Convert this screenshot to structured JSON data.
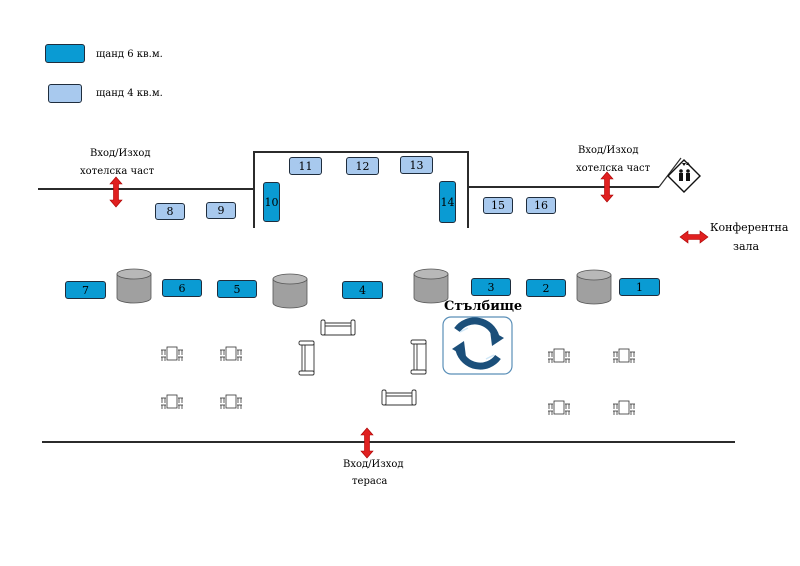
{
  "legend": {
    "stand6": "щанд 6 кв.м.",
    "stand4": "щанд 4 кв.м."
  },
  "colors": {
    "stand6": "#0a9bd3",
    "stand4": "#a8c9ee",
    "pillar": "#a0a0a0",
    "arrow": "#e02020"
  },
  "entrances": {
    "hotel_left": {
      "line1": "Вход/Изход",
      "line2": "хотелска част"
    },
    "hotel_right": {
      "line1": "Вход/Изход",
      "line2": "хотелска част"
    },
    "terrace": {
      "line1": "Вход/Изход",
      "line2": "тераса"
    },
    "conference": {
      "line1": "Конферентна",
      "line2": "зала"
    }
  },
  "stairs": {
    "label": "Стълбище"
  },
  "stands": {
    "s1": "1",
    "s2": "2",
    "s3": "3",
    "s4": "4",
    "s5": "5",
    "s6": "6",
    "s7": "7",
    "s8": "8",
    "s9": "9",
    "s10": "10",
    "s11": "11",
    "s12": "12",
    "s13": "13",
    "s14": "14",
    "s15": "15",
    "s16": "16"
  },
  "icons": [
    "elevator-icon",
    "stairs-icon",
    "pillar-icon",
    "table-icon",
    "sofa-icon",
    "arrow-icon"
  ]
}
